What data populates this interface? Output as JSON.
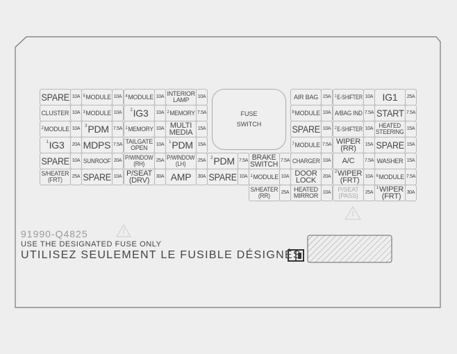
{
  "fuse_switch": {
    "line1": "FUSE",
    "line2": "SWITCH"
  },
  "fuses": [
    {
      "label": "SPARE",
      "amp": "10A"
    },
    {
      "sup": "5",
      "label": "MODULE",
      "amp": "10A"
    },
    {
      "sup": "4",
      "label": "MODULE",
      "amp": "10A"
    },
    {
      "label": "INTERIOR\nLAMP",
      "amp": "10A"
    },
    {
      "label": "AIR BAG",
      "amp": "15A"
    },
    {
      "sup": "1",
      "label": "E-SHIFTER",
      "amp": "10A"
    },
    {
      "label": "IG1",
      "amp": "25A"
    },
    {
      "label": "CLUSTER",
      "amp": "10A"
    },
    {
      "sup": "3",
      "label": "MODULE",
      "amp": "10A"
    },
    {
      "sup": "2",
      "label": "IG3",
      "amp": "10A"
    },
    {
      "sup": "2",
      "label": "MEMORY",
      "amp": "7.5A"
    },
    {
      "sup": "8",
      "label": "MODULE",
      "amp": "10A"
    },
    {
      "label": "A/BAG IND",
      "amp": "7.5A"
    },
    {
      "label": "START",
      "amp": "7.5A"
    },
    {
      "sup": "2",
      "label": "MODULE",
      "amp": "10A"
    },
    {
      "sup": "3",
      "label": "PDM",
      "amp": "7.5A"
    },
    {
      "sup": "1",
      "label": "MEMORY",
      "amp": "10A"
    },
    {
      "label": "MULTI\nMEDIA",
      "amp": "15A"
    },
    {
      "label": "SPARE",
      "amp": "10A"
    },
    {
      "sup": "2",
      "label": "E-SHIFTER",
      "amp": "10A"
    },
    {
      "label": "HEATED\nSTEERING",
      "amp": "15A"
    },
    {
      "sup": "1",
      "label": "IG3",
      "amp": "20A"
    },
    {
      "label": "MDPS",
      "amp": "7.5A"
    },
    {
      "label": "TAILGATE\nOPEN",
      "amp": "10A"
    },
    {
      "sup": "1",
      "label": "PDM",
      "amp": "15A"
    },
    {
      "sup": "7",
      "label": "MODULE",
      "amp": "7.5A"
    },
    {
      "label": "WIPER\n(RR)",
      "amp": "15A"
    },
    {
      "label": "SPARE",
      "amp": "15A"
    },
    {
      "label": "SPARE",
      "amp": "10A"
    },
    {
      "label": "SUNROOF",
      "amp": "20A"
    },
    {
      "label": "P/WINDOW\n(RH)",
      "amp": "25A"
    },
    {
      "label": "P/WINDOW\n(LH)",
      "amp": "25A"
    },
    {
      "sup": "2",
      "label": "PDM",
      "amp": "7.5A"
    },
    {
      "label": "BRAKE\nSWITCH",
      "amp": "7.5A"
    },
    {
      "label": "CHARGER",
      "amp": "10A"
    },
    {
      "label": "A/C",
      "amp": "7.5A"
    },
    {
      "label": "WASHER",
      "amp": "15A"
    },
    {
      "label": "S/HEATER\n(FRT)",
      "amp": "25A"
    },
    {
      "label": "SPARE",
      "amp": "10A"
    },
    {
      "label": "P/SEAT\n(DRV)",
      "amp": "30A"
    },
    {
      "label": "AMP",
      "amp": "30A"
    },
    {
      "label": "SPARE",
      "amp": "10A"
    },
    {
      "sup": "1",
      "label": "MODULE",
      "amp": "10A"
    },
    {
      "label": "DOOR\nLOCK",
      "amp": "20A"
    },
    {
      "sup": "2",
      "label": "WIPER\n(FRT)",
      "amp": "10A"
    },
    {
      "sup": "6",
      "label": "MODULE",
      "amp": "7.5A"
    },
    {
      "label": "S/HEATER\n(RR)",
      "amp": "25A"
    },
    {
      "label": "HEATED\nMIRROR",
      "amp": "10A"
    },
    {
      "label": "P/SEAT\n(PASS)",
      "amp": "25A",
      "inactive": true
    },
    {
      "sup": "1",
      "label": "WIPER\n(FRT)",
      "amp": "30A"
    }
  ],
  "label": {
    "part_number": "91990-Q4825",
    "instruction_en": "USE THE DESIGNATED FUSE ONLY",
    "instruction_fr": "UTILISEZ SEULEMENT LE FUSIBLE DÉSIGNÉS"
  },
  "icons": {
    "warning": "warning-triangle-icon",
    "manual": "manual-book-icon"
  }
}
